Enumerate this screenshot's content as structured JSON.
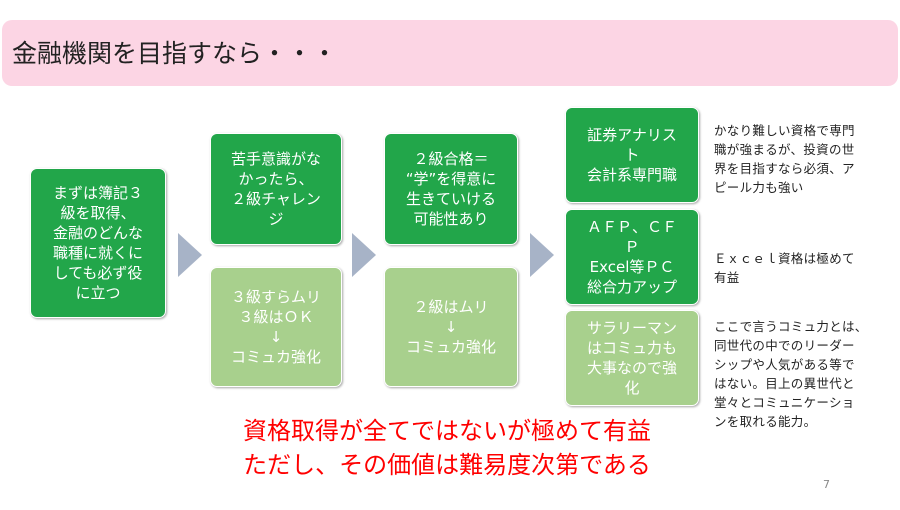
{
  "slide": {
    "title": "金融機関を目指すなら・・・",
    "page_number": "7"
  },
  "colors": {
    "banner_bg": "#fcd5e4",
    "box_dark": "#22a64a",
    "box_light": "#a8d08d",
    "arrow": "#a7b3c7",
    "conclusion_text": "#ff0000"
  },
  "flow": {
    "start_box": "まずは簿記３\n級を取得、\n金融のどんな\n職種に就くに\nしても必ず役\nに立つ",
    "step2_top": "苦手意識がな\nかったら、\n２級チャレン\nジ",
    "step2_bottom": "３級すらムリ\n３級はＯＫ\n↓\nコミュカ強化",
    "step3_top": "２級合格＝\n“学”を得意に\n生きていける\n可能性あり",
    "step3_bottom": "２級はムリ\n↓\nコミュカ強化",
    "outcome1": "証券アナリス\nト\n会計系専門職",
    "outcome2": "ＡＦＰ、ＣＦ\nＰ\nExcel等ＰＣ\n総合力アップ",
    "outcome3": "サラリーマン\nはコミュ力も\n大事なので強\n化"
  },
  "notes": {
    "note1": "かなり難しい資格で専門\n職が強まるが、投資の世\n界を目指すなら必須、ア\nピール力も強い",
    "note2": "Ｅｘｃｅｌ資格は極めて\n有益",
    "note3": "ここで言うコミュ力とは、\n同世代の中でのリーダー\nシップや人気がある等で\nはない。目上の異世代と\n堂々とコミュニケーショ\nンを取れる能力。"
  },
  "conclusion": "資格取得が全てではないが極めて有益\nただし、その価値は難易度次第である"
}
